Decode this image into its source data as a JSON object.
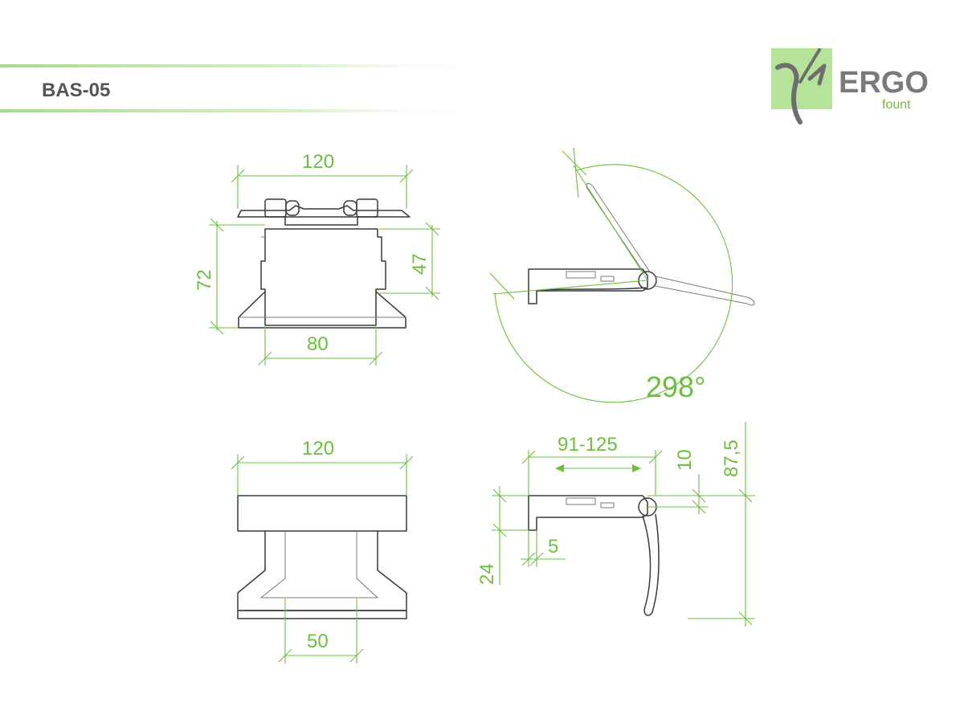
{
  "header": {
    "model_code": "BAS-05"
  },
  "brand": {
    "logo_icon": "ergofount-figure-icon",
    "name": "ERGO",
    "sub": "fount"
  },
  "colors": {
    "accent": "#6cbf3c",
    "stroke": "#3a3a3a",
    "logo_bg": "#b6e39a",
    "title": "#555555"
  },
  "front_view": {
    "width_label": "120",
    "height_label": "72",
    "inner_height_label": "47",
    "base_width_label": "80"
  },
  "angle_view": {
    "angle_label": "298°"
  },
  "top_view": {
    "width_label": "120",
    "support_width_label": "50"
  },
  "side_view": {
    "clamp_range_label": "91-125",
    "thickness_label": "10",
    "total_height_label": "87,5",
    "jaw_height_label": "24",
    "lip_label": "5"
  }
}
